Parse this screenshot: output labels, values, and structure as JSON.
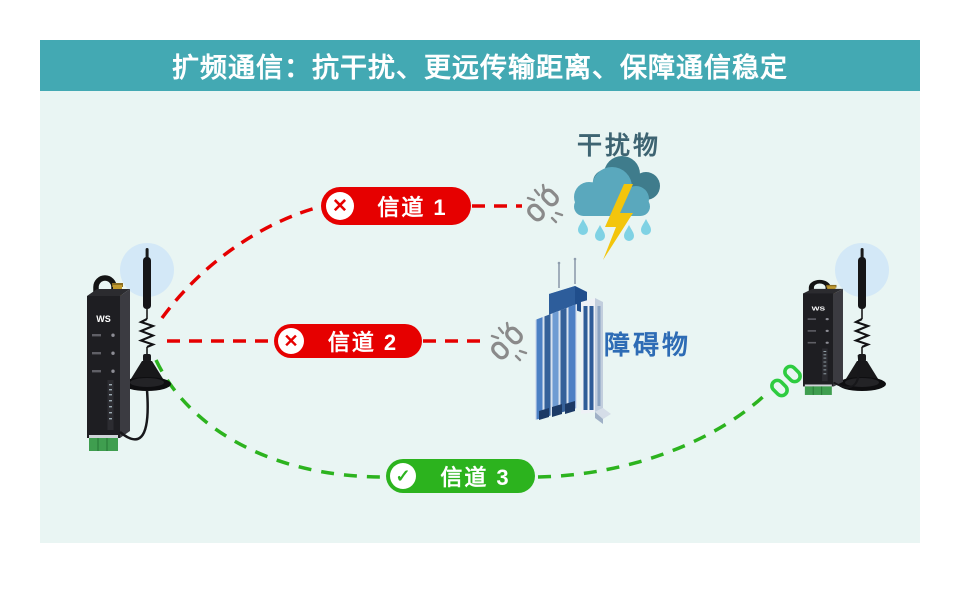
{
  "banner": {
    "title": "扩频通信：抗干扰、更远传输距离、保障通信稳定"
  },
  "channels": [
    {
      "label": "信道 1",
      "icon_glyph": "✕",
      "status": "blocked-by-interference",
      "color": "#e60000"
    },
    {
      "label": "信道 2",
      "icon_glyph": "✕",
      "status": "blocked-by-obstacle",
      "color": "#e60000"
    },
    {
      "label": "信道 3",
      "icon_glyph": "✓",
      "status": "connected",
      "color": "#2cb31e"
    }
  ],
  "annotations": {
    "interference_label": "干扰物",
    "obstacle_label": "障碍物"
  },
  "devices": {
    "logo": "WS"
  },
  "colors": {
    "banner_bg": "#43a9b3",
    "stage_bg": "#e9f5f3",
    "blocked_red": "#e60000",
    "ok_green": "#2cb31e",
    "broken_link_gray": "#8a8a8a",
    "connected_link_green": "#2ecc40",
    "interference_text": "#3e6472",
    "obstacle_text": "#2e6cb5",
    "cloud_back": "#3f7c8c",
    "cloud_front": "#5aa8bd",
    "lightning": "#f3c50c",
    "raindrop": "#7fd2e4"
  }
}
